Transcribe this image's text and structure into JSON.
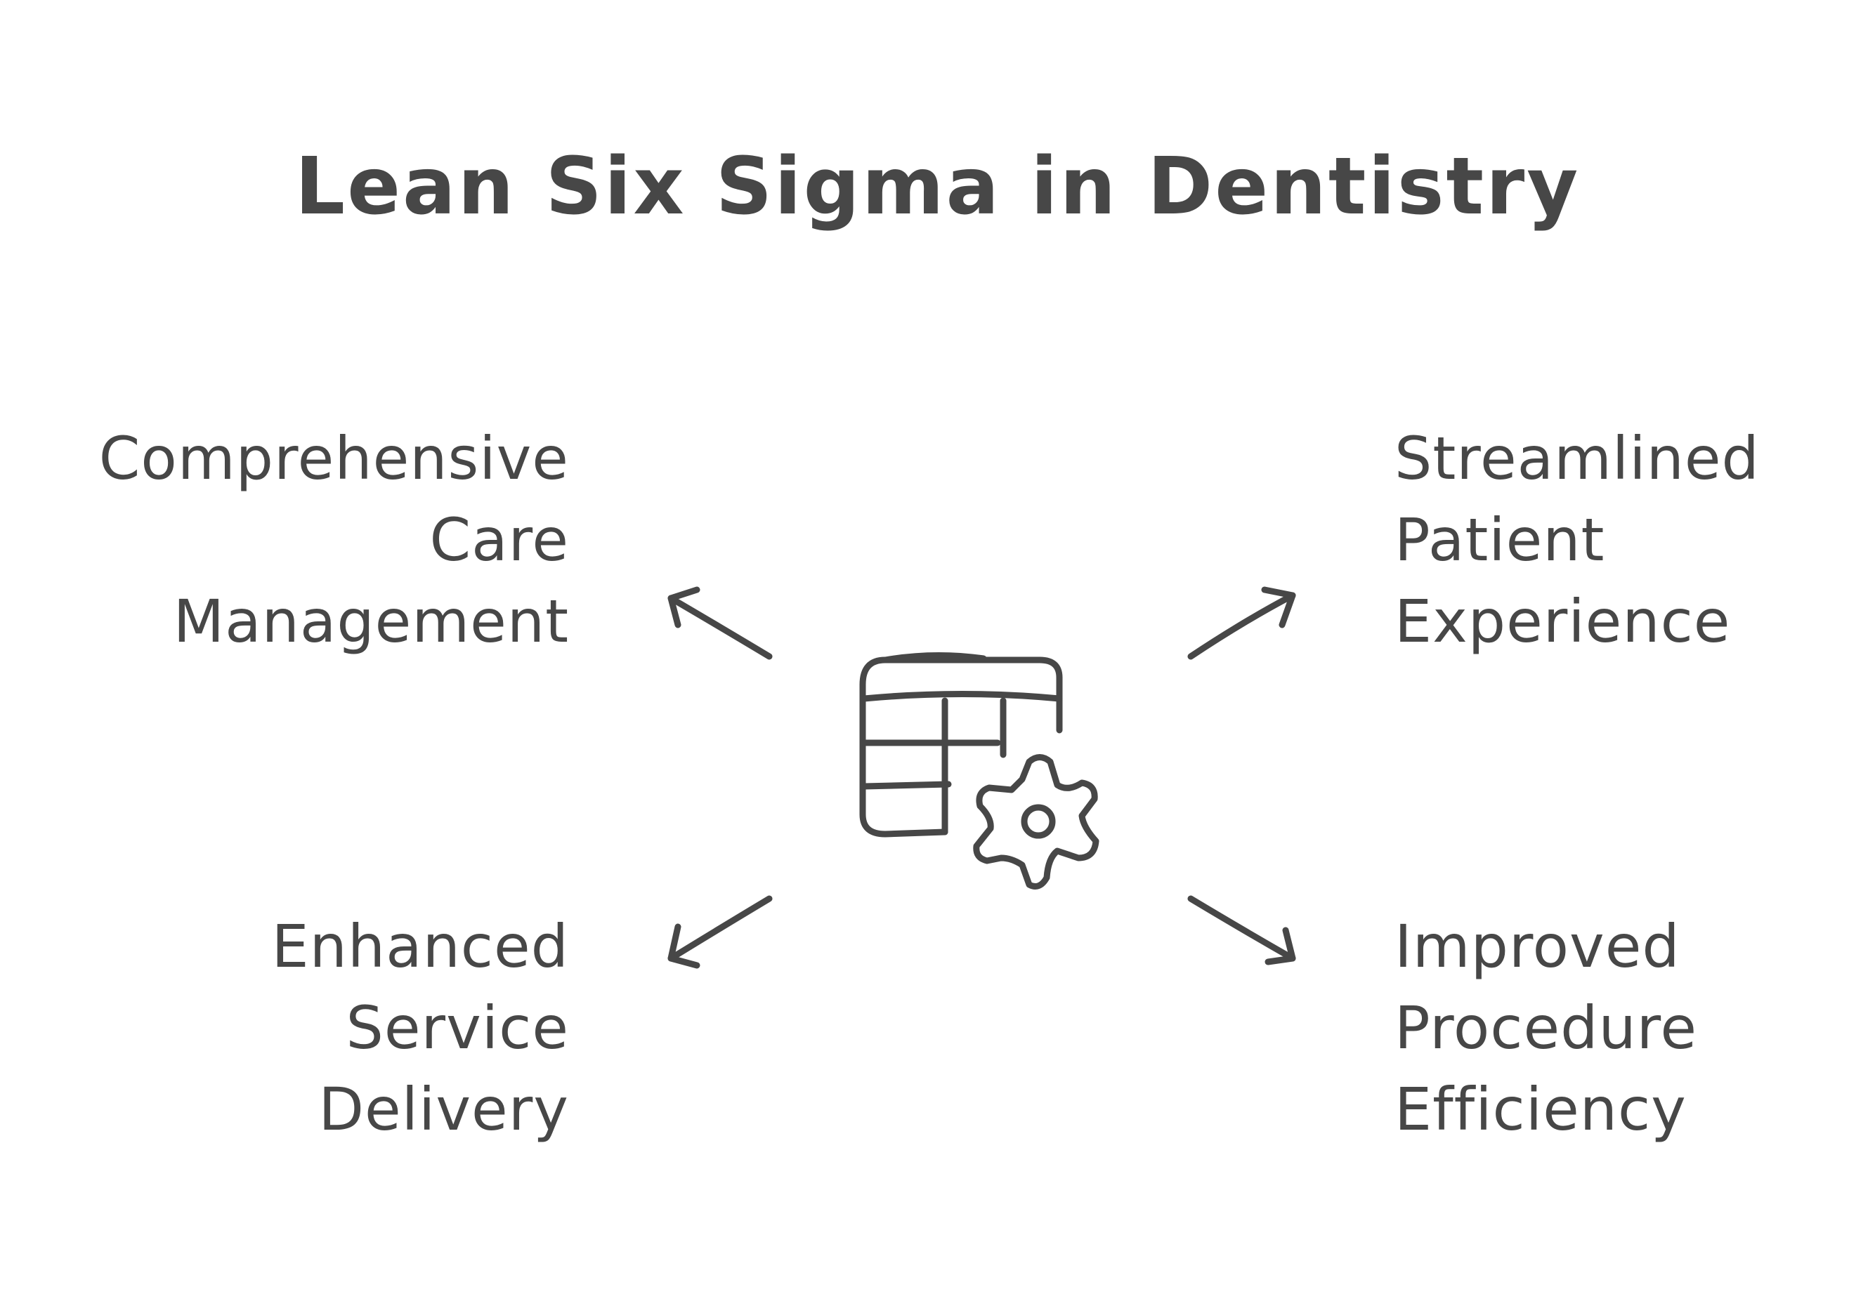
{
  "title": "Lean Six Sigma in Dentistry",
  "center_icon": "spreadsheet-gear-icon",
  "ink_color": "#474747",
  "outcomes": {
    "top_left": {
      "lines": [
        "Comprehensive",
        "Care",
        "Management"
      ]
    },
    "top_right": {
      "lines": [
        "Streamlined",
        "Patient",
        "Experience"
      ]
    },
    "bottom_left": {
      "lines": [
        "Enhanced",
        "Service",
        "Delivery"
      ]
    },
    "bottom_right": {
      "lines": [
        "Improved",
        "Procedure",
        "Efficiency"
      ]
    }
  }
}
